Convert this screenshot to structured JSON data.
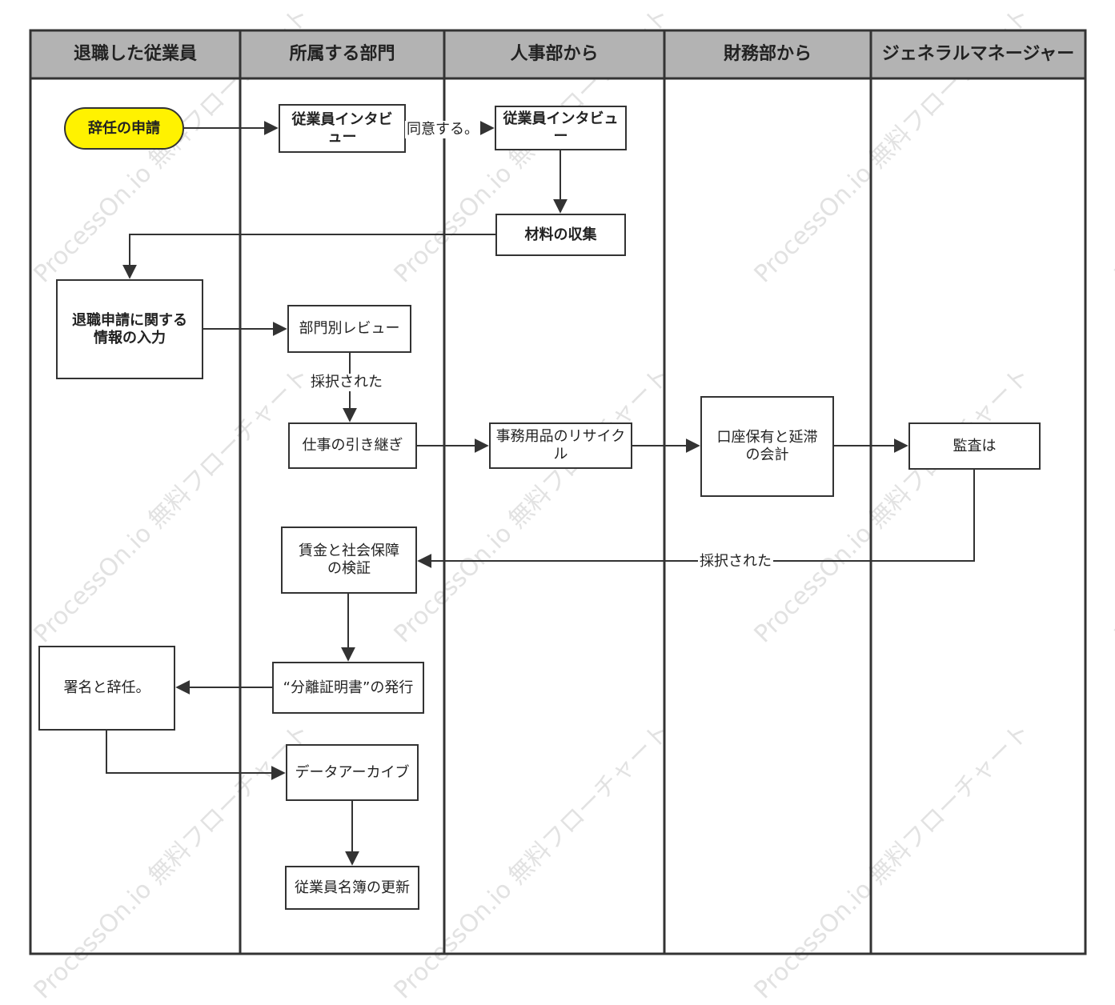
{
  "lanes": [
    {
      "id": "employee",
      "label": "退職した従業員"
    },
    {
      "id": "dept",
      "label": "所属する部門"
    },
    {
      "id": "hr",
      "label": "人事部から"
    },
    {
      "id": "finance",
      "label": "財務部から"
    },
    {
      "id": "gm",
      "label": "ジェネラルマネージャー"
    }
  ],
  "nodes": [
    {
      "id": "resign-request",
      "label": "辞任の申請"
    },
    {
      "id": "dept-interview",
      "label": "従業員インタビュー"
    },
    {
      "id": "hr-interview",
      "label": "従業員インタビュー"
    },
    {
      "id": "collect-materials",
      "label": "材料の収集"
    },
    {
      "id": "input-info",
      "label": "退職申請に関する情報の入力"
    },
    {
      "id": "dept-review",
      "label": "部門別レビュー"
    },
    {
      "id": "handover",
      "label": "仕事の引き継ぎ"
    },
    {
      "id": "recycle",
      "label": "事務用品のリサイクル"
    },
    {
      "id": "account-settle",
      "label": "口座保有と延滞の会計"
    },
    {
      "id": "audit",
      "label": "監査は"
    },
    {
      "id": "verify-wages",
      "label": "賃金と社会保障の検証"
    },
    {
      "id": "issue-cert",
      "label": "“分離証明書”の発行"
    },
    {
      "id": "sign-resign",
      "label": "署名と辞任。"
    },
    {
      "id": "archive",
      "label": "データアーカイブ"
    },
    {
      "id": "update-roster",
      "label": "従業員名簿の更新"
    }
  ],
  "edges": [
    {
      "from": "resign-request",
      "to": "dept-interview",
      "label": ""
    },
    {
      "from": "dept-interview",
      "to": "hr-interview",
      "label": "同意する。"
    },
    {
      "from": "hr-interview",
      "to": "collect-materials",
      "label": ""
    },
    {
      "from": "collect-materials",
      "to": "input-info",
      "label": ""
    },
    {
      "from": "input-info",
      "to": "dept-review",
      "label": ""
    },
    {
      "from": "dept-review",
      "to": "handover",
      "label": "採択された"
    },
    {
      "from": "handover",
      "to": "recycle",
      "label": ""
    },
    {
      "from": "recycle",
      "to": "account-settle",
      "label": ""
    },
    {
      "from": "account-settle",
      "to": "audit",
      "label": ""
    },
    {
      "from": "audit",
      "to": "verify-wages",
      "label": "採択された"
    },
    {
      "from": "verify-wages",
      "to": "issue-cert",
      "label": ""
    },
    {
      "from": "issue-cert",
      "to": "sign-resign",
      "label": ""
    },
    {
      "from": "sign-resign",
      "to": "archive",
      "label": ""
    },
    {
      "from": "archive",
      "to": "update-roster",
      "label": ""
    }
  ],
  "watermark": "ProcessOn.io 無料フローチャート"
}
